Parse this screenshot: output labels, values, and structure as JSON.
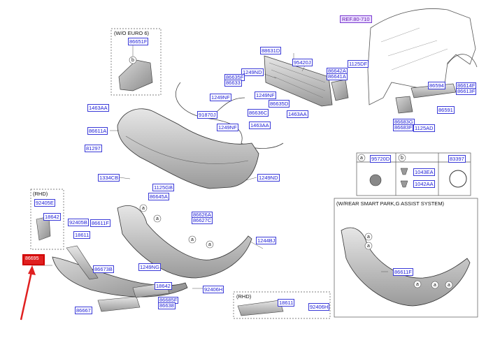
{
  "captions": {
    "wo_euro6": "(W/O EURO 6)",
    "rhd_left": "(RHD)",
    "rhd_bottom": "(RHD)",
    "smart_park": "(W/REAR SMART PARK,G ASSIST SYSTEM)"
  },
  "callout_letters": {
    "a": "a",
    "b": "b"
  },
  "highlighted_part": "86695",
  "reference": "REF.80-710",
  "parts": {
    "p86651F": "86651F",
    "p88631D": "88631D",
    "p95420J": "95420J",
    "p1249ND_a": "1249ND",
    "p86635F": "86635F",
    "p86633": "86633",
    "p86642A": "86642A",
    "p86641A": "86641A",
    "p1125DF": "1125DF",
    "p86594": "86594",
    "p86614F": "86614F",
    "p86613F": "86613F",
    "p1249NF_a": "1249NF",
    "p1249NF_b": "1249NF",
    "p86636C": "86636C",
    "p86635D": "86635D",
    "p1463AA_a": "1463AA",
    "p1463AA_b": "1463AA",
    "p1463AA_c": "1463AA",
    "p91870J": "91870J",
    "p1249NF_c": "1249NF",
    "p86591": "86591",
    "p86683G": "86683G",
    "p86683F": "86683F",
    "p1125AD": "1125AD",
    "p86611A": "86611A",
    "p81297": "81297",
    "p95720D": "95720D",
    "p83397": "83397",
    "p1043EA": "1043EA",
    "p1042AA": "1042AA",
    "p1334CB": "1334CB",
    "p1249ND_b": "1249ND",
    "p1125GB": "1125GB",
    "p86645A": "86645A",
    "p86626A": "86626A",
    "p86627C": "86627C",
    "p92405E": "92405E",
    "p18642_a": "18642",
    "p92405B": "92405B",
    "p86611F_a": "86611F",
    "p18611_a": "18611",
    "p1244BJ": "1244BJ",
    "p86673B": "86673B",
    "p1249NG": "1249NG",
    "p18642_b": "18642",
    "p92406H_a": "92406H",
    "p86685F": "86685F",
    "p86638": "86638",
    "p86667": "86667",
    "p18611_b": "18611",
    "p92406H_b": "92406H",
    "p86611F_b": "86611F"
  },
  "colors": {
    "label_text": "#1b1bd6",
    "label_border": "#3a3ad8",
    "reference_bg": "#e9dcff",
    "highlight": "#e02020",
    "arrow": "#e02020",
    "part_fill": "#cfcfcf",
    "outline": "#333333"
  }
}
